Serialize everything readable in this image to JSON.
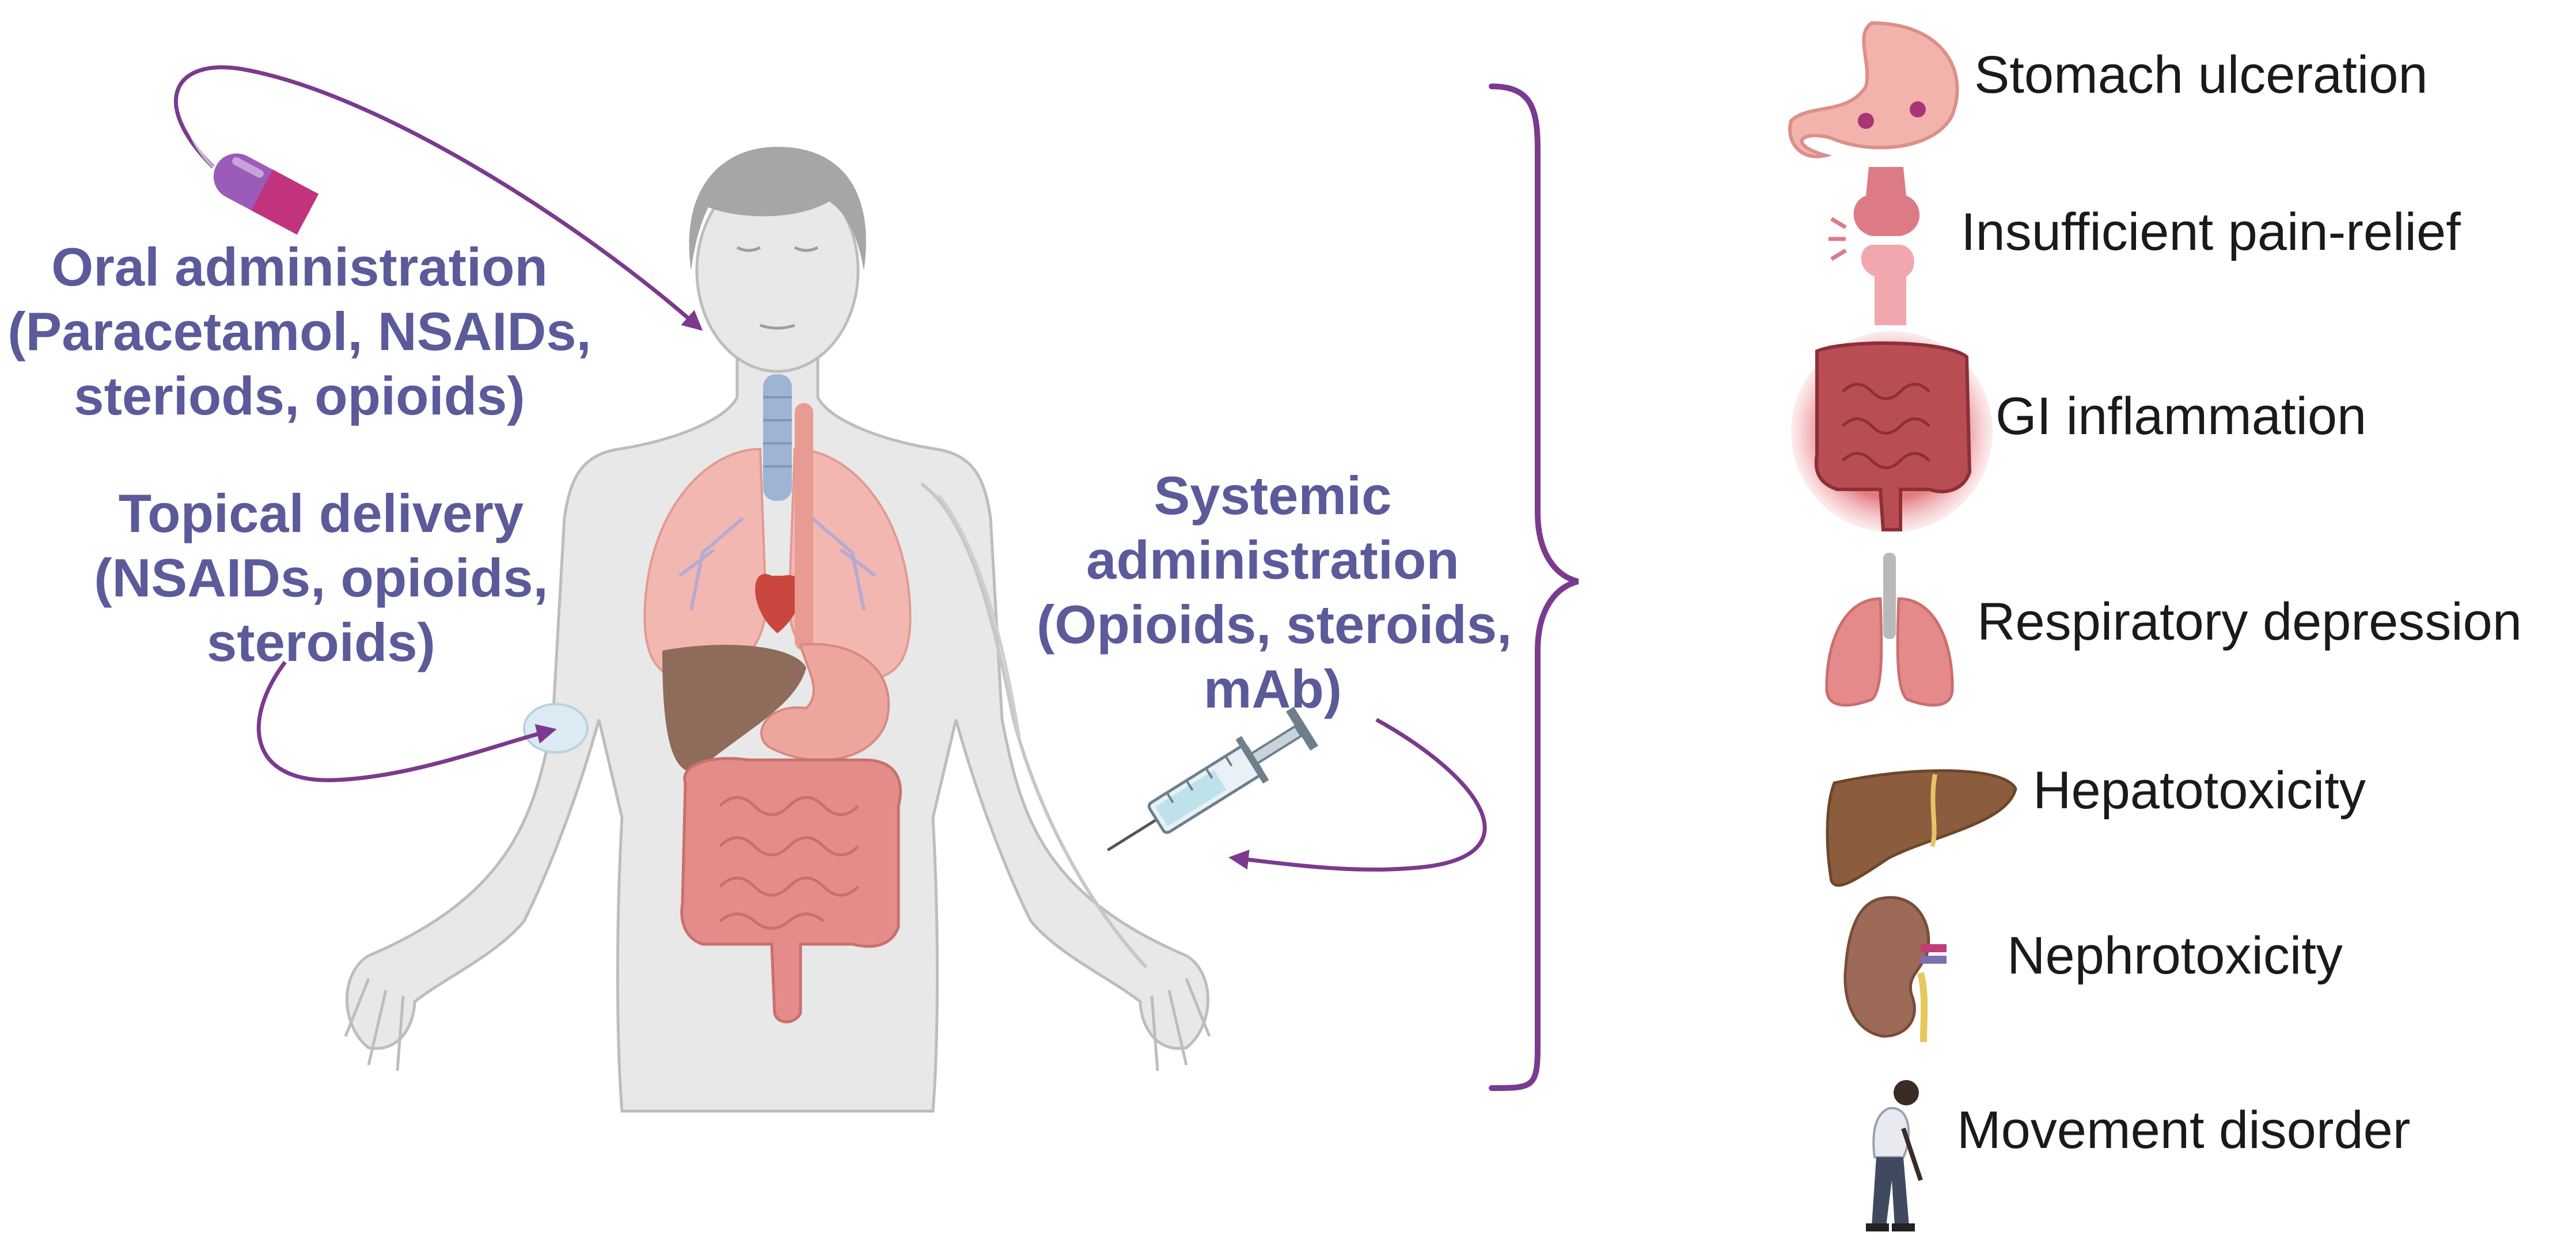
{
  "routes": [
    {
      "id": "oral",
      "lines": [
        "Oral administration",
        "(Paracetamol, NSAIDs,",
        "steriods, opioids)"
      ]
    },
    {
      "id": "topical",
      "lines": [
        "Topical delivery",
        "(NSAIDs, opioids,",
        "steroids)"
      ]
    },
    {
      "id": "systemic",
      "lines": [
        "Systemic",
        "administration",
        "(Opioids, steroids,",
        "mAb)"
      ]
    }
  ],
  "side_effects": [
    {
      "label": "Stomach ulceration",
      "icon": "stomach-icon"
    },
    {
      "label": "Insufficient pain-relief",
      "icon": "knee-joint-icon"
    },
    {
      "label": "GI inflammation",
      "icon": "intestine-icon"
    },
    {
      "label": "Respiratory depression",
      "icon": "lungs-icon"
    },
    {
      "label": "Hepatotoxicity",
      "icon": "liver-icon"
    },
    {
      "label": "Nephrotoxicity",
      "icon": "kidney-icon"
    },
    {
      "label": "Movement disorder",
      "icon": "hunched-person-icon"
    }
  ],
  "colors": {
    "route_text": "#5b5a9a",
    "arrow": "#7b3a8e",
    "brace": "#7b3a8e",
    "body": "#e6e6e6",
    "body_outline": "#b9b9b9",
    "organ": "#e59a92"
  }
}
